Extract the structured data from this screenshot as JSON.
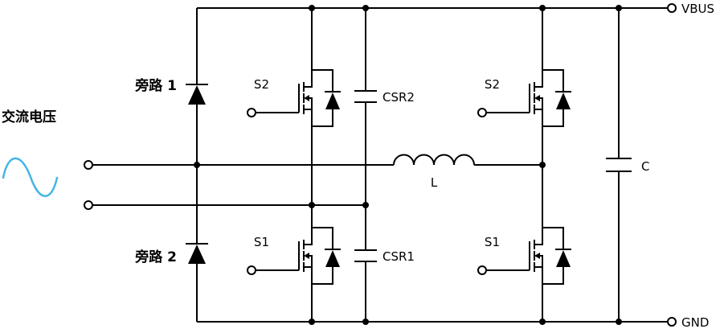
{
  "schematic": {
    "rails": {
      "vbus_label": "VBUS",
      "gnd_label": "GND"
    },
    "ac_input": {
      "label": "交流电压"
    },
    "bypass": {
      "diode1_label": "旁路 1",
      "diode2_label": "旁路 2"
    },
    "leg1": {
      "high_side_label": "S2",
      "low_side_label": "S1",
      "cap_high_label": "CSR2",
      "cap_low_label": "CSR1"
    },
    "leg2": {
      "high_side_label": "S2",
      "low_side_label": "S1"
    },
    "inductor_label": "L",
    "output_cap_label": "C",
    "colors": {
      "wire": "#000000",
      "sine": "#45b5e5",
      "background": "#ffffff"
    }
  }
}
